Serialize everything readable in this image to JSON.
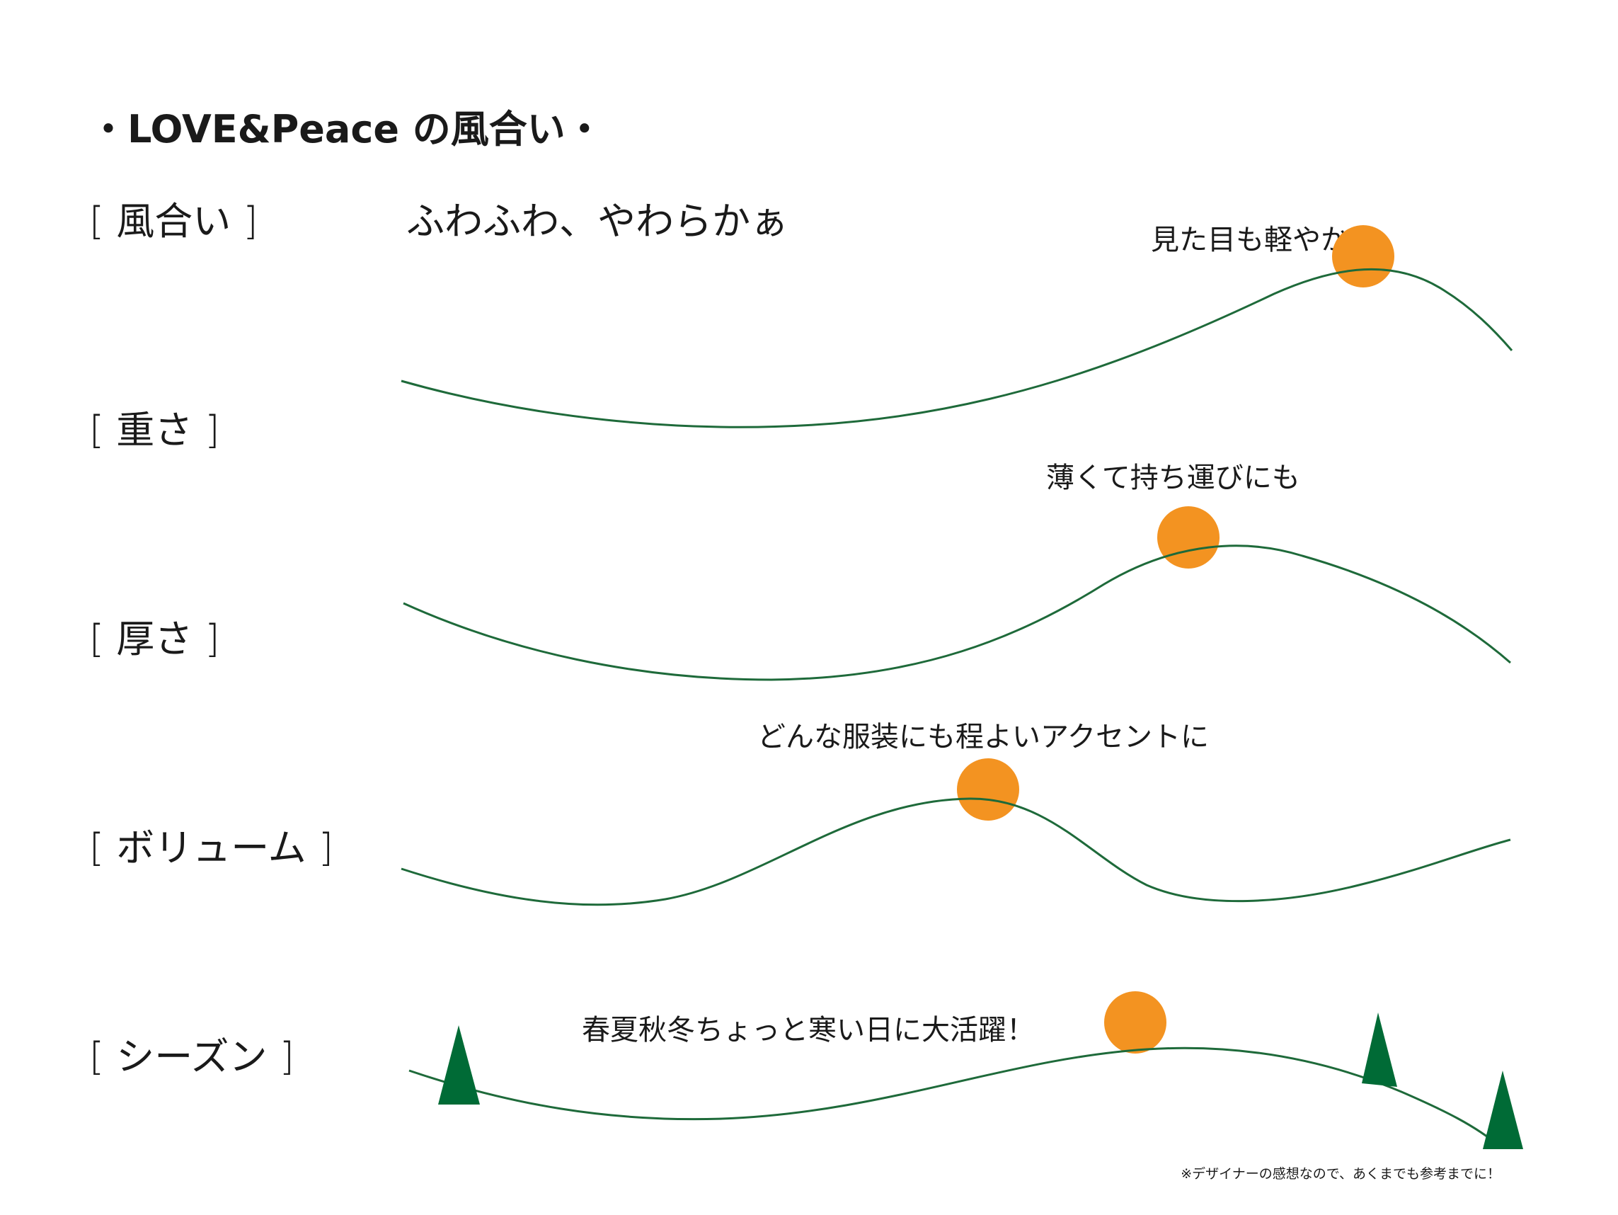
{
  "title": "・LOVE&Peace の風合い・",
  "rows": [
    {
      "label_open": "[",
      "label": "風合い",
      "label_close": "]",
      "description": "ふわふわ、やわらかぁ"
    },
    {
      "label_open": "[",
      "label": "重さ",
      "label_close": "]",
      "caption": "見た目も軽やか"
    },
    {
      "label_open": "[",
      "label": "厚さ",
      "label_close": "]",
      "caption": "薄くて持ち運びにも"
    },
    {
      "label_open": "[",
      "label": "ボリューム",
      "label_close": "]",
      "caption": "どんな服装にも程よいアクセントに"
    },
    {
      "label_open": "[",
      "label": "シーズン",
      "label_close": "]",
      "caption": "春夏秋冬ちょっと寒い日に大活躍！"
    }
  ],
  "note": "※デザイナーの感想なので、あくまでも参考までに！",
  "colors": {
    "wave_line": "#1e6a3a",
    "sun": "#f39321",
    "tree": "#006b36",
    "text": "#1a1a1a"
  },
  "icons": {
    "sun": "sun-icon",
    "tree": "tree-icon"
  }
}
